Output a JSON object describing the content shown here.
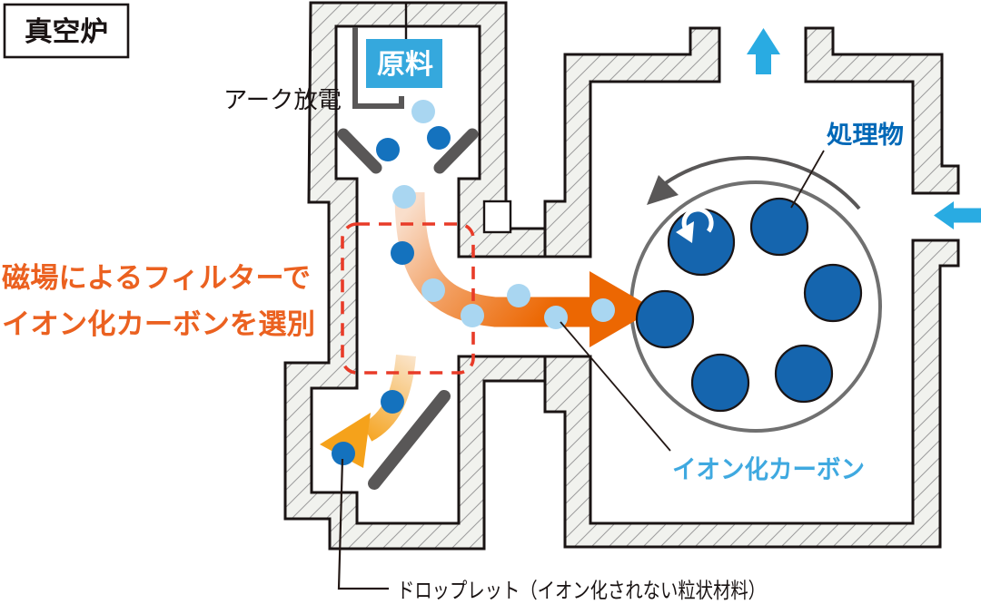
{
  "title": "真空炉",
  "labels": {
    "raw_material": "原料",
    "arc_discharge": "アーク放電",
    "filter_caption_line1": "磁場によるフィルターで",
    "filter_caption_line2": "イオン化カーボンを選別",
    "processed_material": "処理物",
    "ionized_carbon": "イオン化カーボン",
    "droplet": "ドロップレット（イオン化されない粒状材料）"
  },
  "colors": {
    "accent_cyan": "#29ABE2",
    "raw_material_box": "#35A8DD",
    "particle_dark": "#1472BE",
    "particle_light": "#A9D6F1",
    "drum_ball_blue": "#1565AE",
    "arrow_orange": "#EC6702",
    "arrow_amber": "#F5A21B",
    "filter_dashed_red": "#E83B28",
    "caption_orange": "#EB6120",
    "label_blue": "#0068B7",
    "label_light_blue": "#3FA9E0",
    "metal_gray": "#595757",
    "wall_fill": "#f1f2ee",
    "outline": "#1a1414"
  }
}
